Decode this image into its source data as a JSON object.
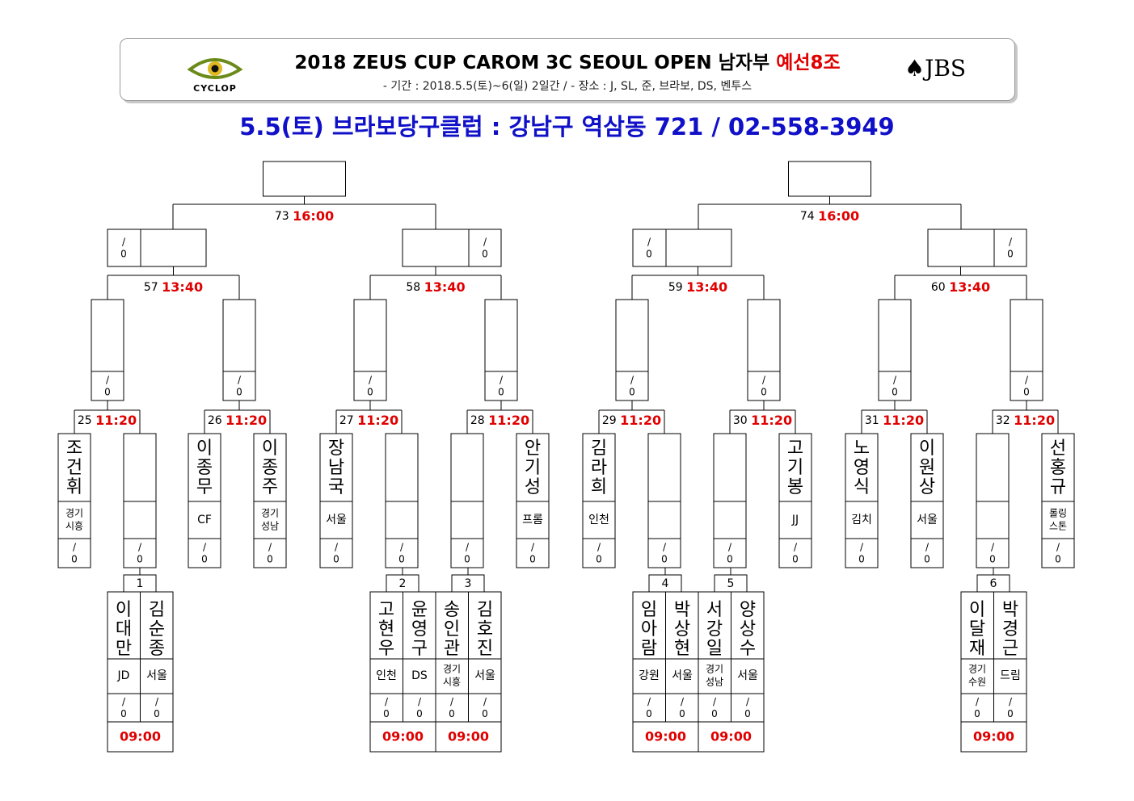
{
  "header": {
    "title_main": "2018 ZEUS CUP CAROM 3C SEOUL OPEN 남자부",
    "title_sub": "예선8조",
    "period": "- 기간 : 2018.5.5(토)~6(일) 2일간 / - 장소 : J, SL, 준, 브라보, DS, 벤투스",
    "left_logo": "CYCLOP",
    "right_logo": "JBS"
  },
  "venue": "5.5(토) 브라보당구클럽 : 강남구 역삼동 721 / 02-558-3949",
  "colors": {
    "time": "#e00000",
    "venue": "#1010c8"
  },
  "score_placeholder": "/\n0",
  "round1": [
    {
      "no": "1",
      "time": "09:00",
      "players": [
        {
          "name": "이대만",
          "region": "JD"
        },
        {
          "name": "김순종",
          "region": "서울"
        }
      ]
    },
    {
      "no": "2",
      "time": "09:00",
      "players": [
        {
          "name": "고현우",
          "region": "인천"
        },
        {
          "name": "윤영구",
          "region": "DS"
        }
      ]
    },
    {
      "no": "3",
      "time": "09:00",
      "players": [
        {
          "name": "송인관",
          "region": "경기 시흥"
        },
        {
          "name": "김호진",
          "region": "서울"
        }
      ]
    },
    {
      "no": "4",
      "time": "09:00",
      "players": [
        {
          "name": "임아람",
          "region": "강원"
        },
        {
          "name": "박상현",
          "region": "서울"
        }
      ]
    },
    {
      "no": "5",
      "time": "09:00",
      "players": [
        {
          "name": "서강일",
          "region": "경기 성남"
        },
        {
          "name": "양상수",
          "region": "서울"
        }
      ]
    },
    {
      "no": "6",
      "time": "09:00",
      "players": [
        {
          "name": "이달재",
          "region": "경기 수원"
        },
        {
          "name": "박경근",
          "region": "드림"
        }
      ]
    }
  ],
  "round2": [
    {
      "no": "25",
      "time": "11:20",
      "slots": [
        {
          "name": "조건휘",
          "region": "경기 시흥"
        },
        {
          "name": "",
          "region": ""
        }
      ]
    },
    {
      "no": "26",
      "time": "11:20",
      "slots": [
        {
          "name": "이종무",
          "region": "CF"
        },
        {
          "name": "이종주",
          "region": "경기 성남"
        }
      ]
    },
    {
      "no": "27",
      "time": "11:20",
      "slots": [
        {
          "name": "장남국",
          "region": "서울"
        },
        {
          "name": "",
          "region": ""
        }
      ]
    },
    {
      "no": "28",
      "time": "11:20",
      "slots": [
        {
          "name": "",
          "region": ""
        },
        {
          "name": "안기성",
          "region": "프롬"
        }
      ]
    },
    {
      "no": "29",
      "time": "11:20",
      "slots": [
        {
          "name": "김라희",
          "region": "인천"
        },
        {
          "name": "",
          "region": ""
        }
      ]
    },
    {
      "no": "30",
      "time": "11:20",
      "slots": [
        {
          "name": "",
          "region": ""
        },
        {
          "name": "고기봉",
          "region": "JJ"
        }
      ]
    },
    {
      "no": "31",
      "time": "11:20",
      "slots": [
        {
          "name": "노영식",
          "region": "김치"
        },
        {
          "name": "이원상",
          "region": "서울"
        }
      ]
    },
    {
      "no": "32",
      "time": "11:20",
      "slots": [
        {
          "name": "",
          "region": ""
        },
        {
          "name": "선홍규",
          "region": "롤링 스톤"
        }
      ]
    }
  ],
  "round3": [
    {
      "no": "57",
      "time": "13:40"
    },
    {
      "no": "58",
      "time": "13:40"
    },
    {
      "no": "59",
      "time": "13:40"
    },
    {
      "no": "60",
      "time": "13:40"
    }
  ],
  "round4": [
    {
      "no": "73",
      "time": "16:00"
    },
    {
      "no": "74",
      "time": "16:00"
    }
  ]
}
